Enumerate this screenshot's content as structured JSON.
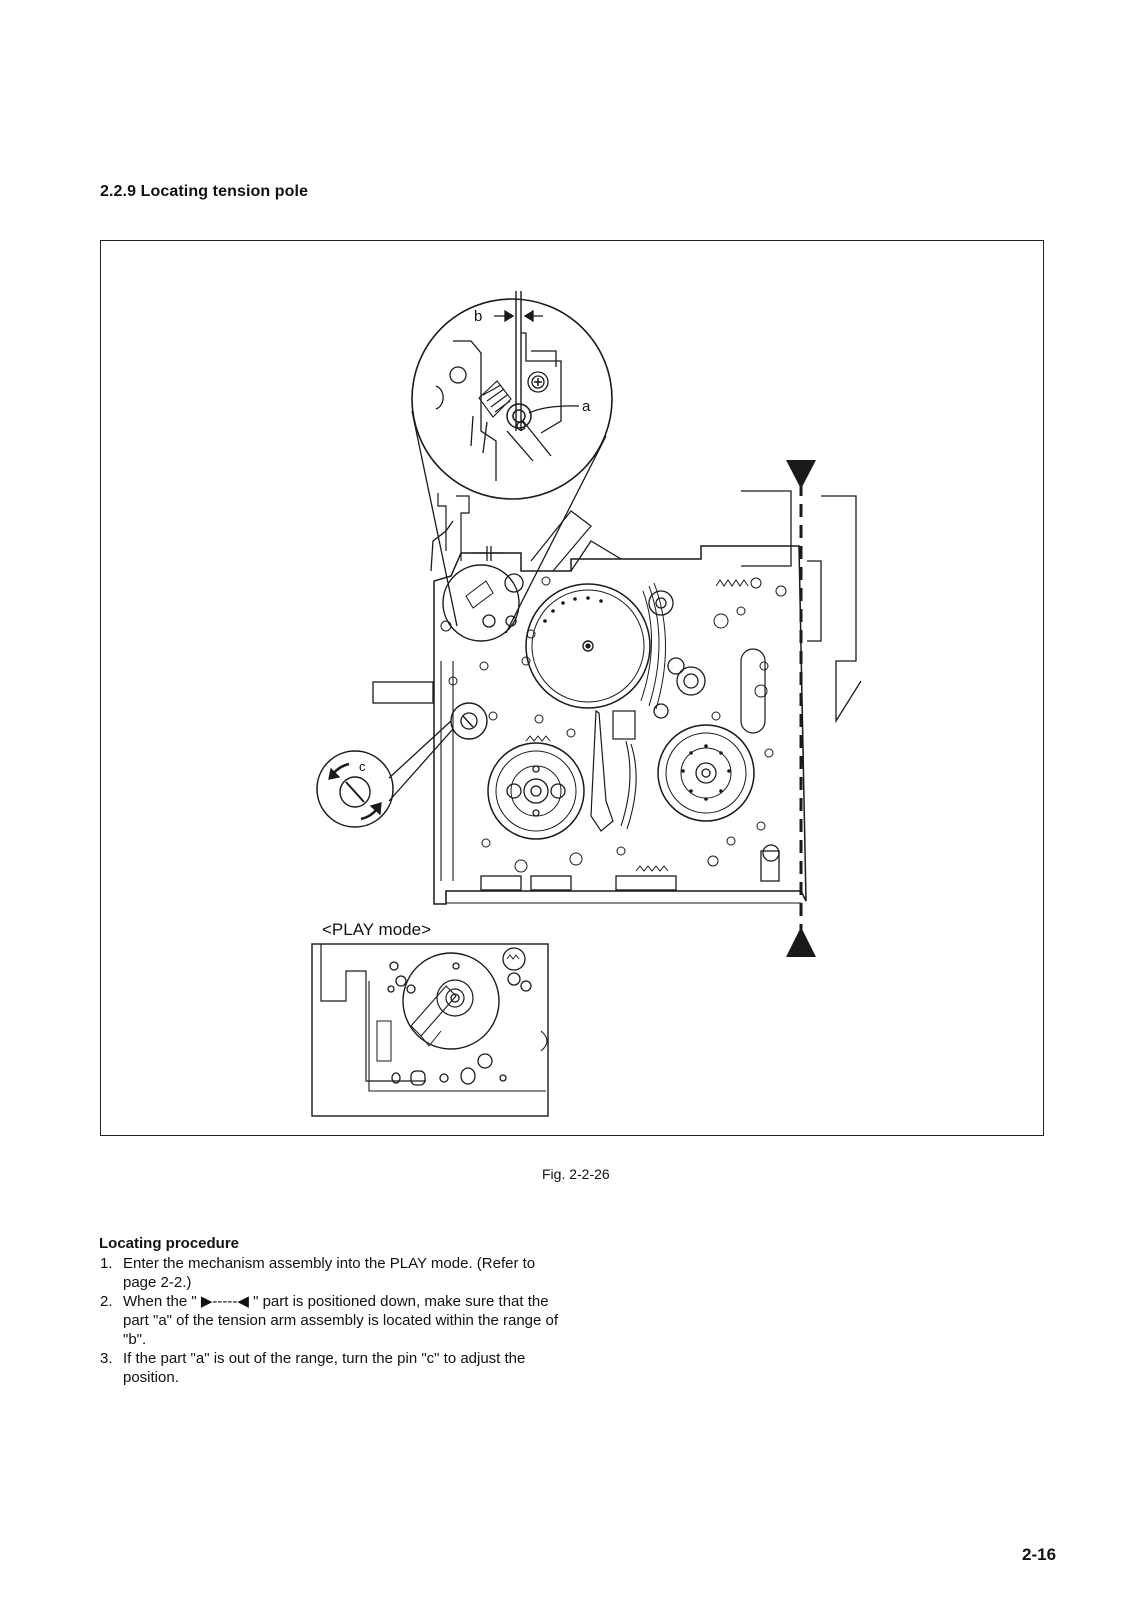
{
  "section": {
    "title": "2.2.9  Locating tension pole"
  },
  "figure": {
    "labels": {
      "a": "a",
      "b": "b",
      "c": "c"
    },
    "inset_label": "<PLAY mode>",
    "caption": "Fig. 2-2-26"
  },
  "procedure": {
    "title": "Locating procedure",
    "steps": [
      {
        "num": "1.",
        "text": "Enter the mechanism assembly into the PLAY mode. (Refer to page 2-2.)"
      },
      {
        "num": "2.",
        "text": "When the \" ▶-----◀ \" part is positioned down, make sure that the part \"a\" of the tension arm assembly is located within the range of \"b\"."
      },
      {
        "num": "3.",
        "text": "If the part \"a\" is out of the range, turn the pin \"c\" to adjust the position."
      }
    ]
  },
  "page_number": "2-16",
  "colors": {
    "ink": "#111111",
    "paper": "#ffffff"
  }
}
